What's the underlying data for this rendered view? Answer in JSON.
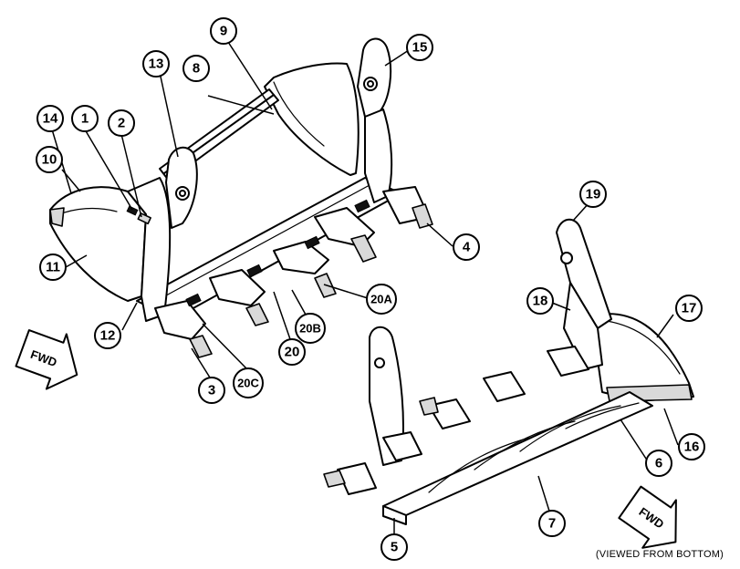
{
  "callouts": [
    {
      "id": "c1",
      "label": "1"
    },
    {
      "id": "c2",
      "label": "2"
    },
    {
      "id": "c3",
      "label": "3"
    },
    {
      "id": "c4",
      "label": "4"
    },
    {
      "id": "c5",
      "label": "5"
    },
    {
      "id": "c6",
      "label": "6"
    },
    {
      "id": "c7",
      "label": "7"
    },
    {
      "id": "c8",
      "label": "8"
    },
    {
      "id": "c9",
      "label": "9"
    },
    {
      "id": "c10",
      "label": "10"
    },
    {
      "id": "c11",
      "label": "11"
    },
    {
      "id": "c12",
      "label": "12"
    },
    {
      "id": "c13",
      "label": "13"
    },
    {
      "id": "c14",
      "label": "14"
    },
    {
      "id": "c15",
      "label": "15"
    },
    {
      "id": "c16",
      "label": "16"
    },
    {
      "id": "c17",
      "label": "17"
    },
    {
      "id": "c18",
      "label": "18"
    },
    {
      "id": "c19",
      "label": "19"
    },
    {
      "id": "c20",
      "label": "20"
    },
    {
      "id": "c20a",
      "label": "20A"
    },
    {
      "id": "c20b",
      "label": "20B"
    },
    {
      "id": "c20c",
      "label": "20C"
    }
  ],
  "arrows": {
    "left": {
      "label": "FWD"
    },
    "right": {
      "label": "FWD"
    }
  },
  "caption": "(VIEWED FROM BOTTOM)"
}
